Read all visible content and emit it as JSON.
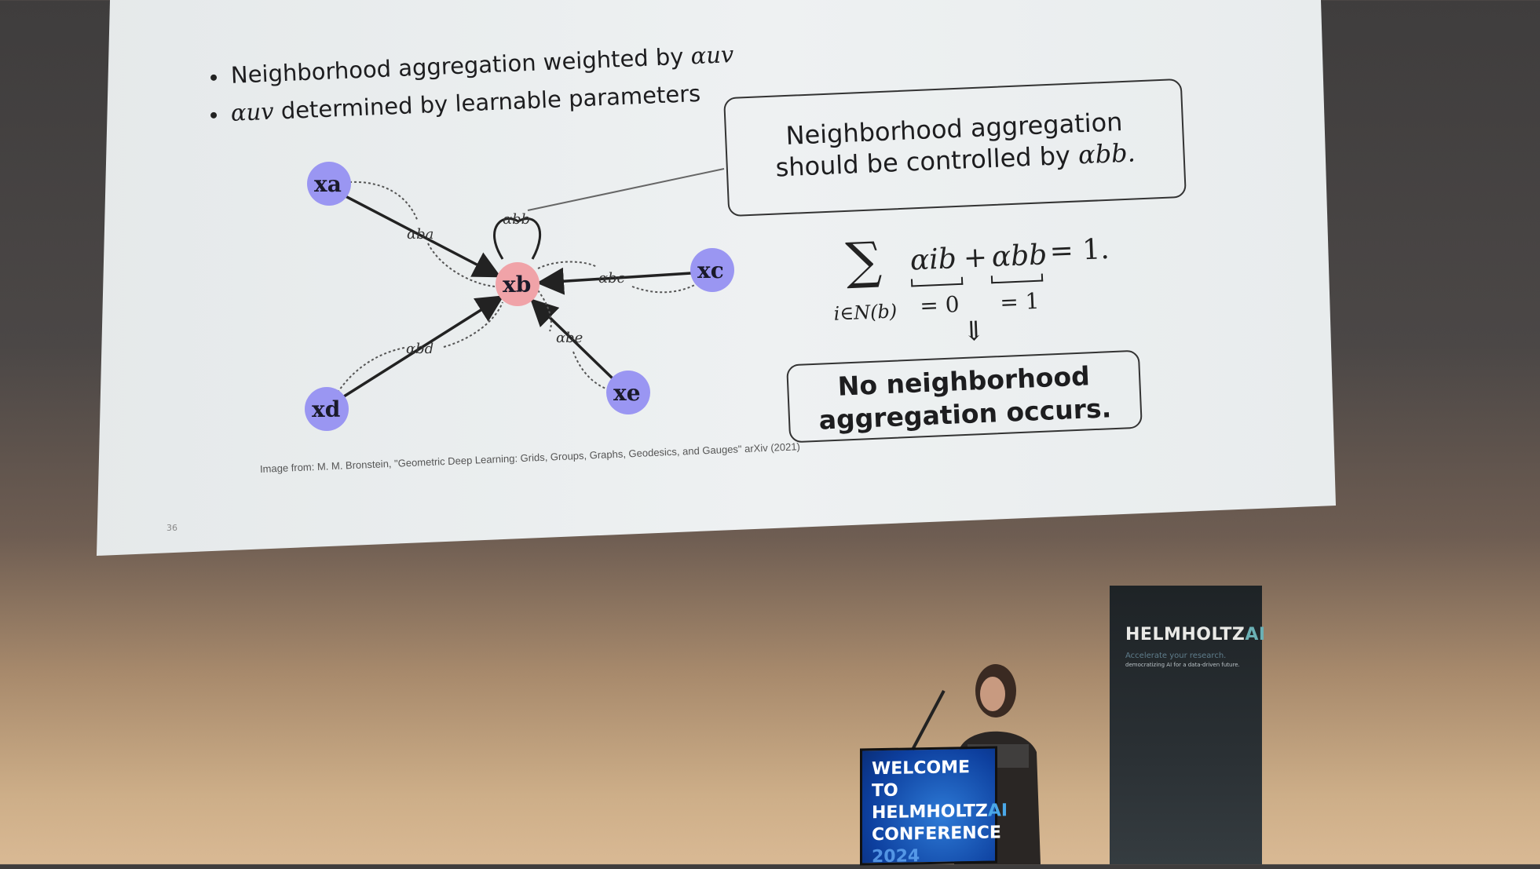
{
  "slide": {
    "bullets": [
      {
        "text": "Neighborhood aggregation weighted by ",
        "math": "αuv"
      },
      {
        "math": "αuv",
        "text": " determined by learnable parameters"
      }
    ],
    "callout_box": {
      "line1": "Neighborhood aggregation",
      "line2": "should be controlled by ",
      "math": "αbb."
    },
    "formula": {
      "sum": "∑",
      "sum_index": "i∈N(b)",
      "term1": "αib",
      "plus": "+",
      "term2": "αbb",
      "equals": "= 1.",
      "under1": "= 0",
      "under2": "= 1",
      "implies": "⇓"
    },
    "result_box": {
      "line1": "No neighborhood",
      "line2": "aggregation occurs."
    },
    "graph": {
      "nodes": [
        {
          "id": "a",
          "label": "xa",
          "color": "#9a96f2"
        },
        {
          "id": "b",
          "label": "xb",
          "color": "#f0a3a8"
        },
        {
          "id": "c",
          "label": "xc",
          "color": "#9a96f2"
        },
        {
          "id": "d",
          "label": "xd",
          "color": "#9a96f2"
        },
        {
          "id": "e",
          "label": "xe",
          "color": "#9a96f2"
        }
      ],
      "edge_labels": [
        "αba",
        "αbb",
        "αbc",
        "αbd",
        "αbe"
      ]
    },
    "citation": "Image from: M. M. Bronstein, \"Geometric Deep Learning: Grids, Groups, Graphs, Geodesics, and Gauges\" arXiv (2021)",
    "page_number": "36"
  },
  "podium": {
    "line1": "WELCOME TO",
    "line2a": "HELMHOLTZ",
    "line2b": "AI",
    "line3": "CONFERENCE",
    "line4": "2024"
  },
  "banner": {
    "logo_main": "HELMHOLTZ",
    "logo_ai": "AI",
    "tagline1": "Accelerate your research.",
    "tagline2": "democratizing AI for a data-driven future."
  }
}
